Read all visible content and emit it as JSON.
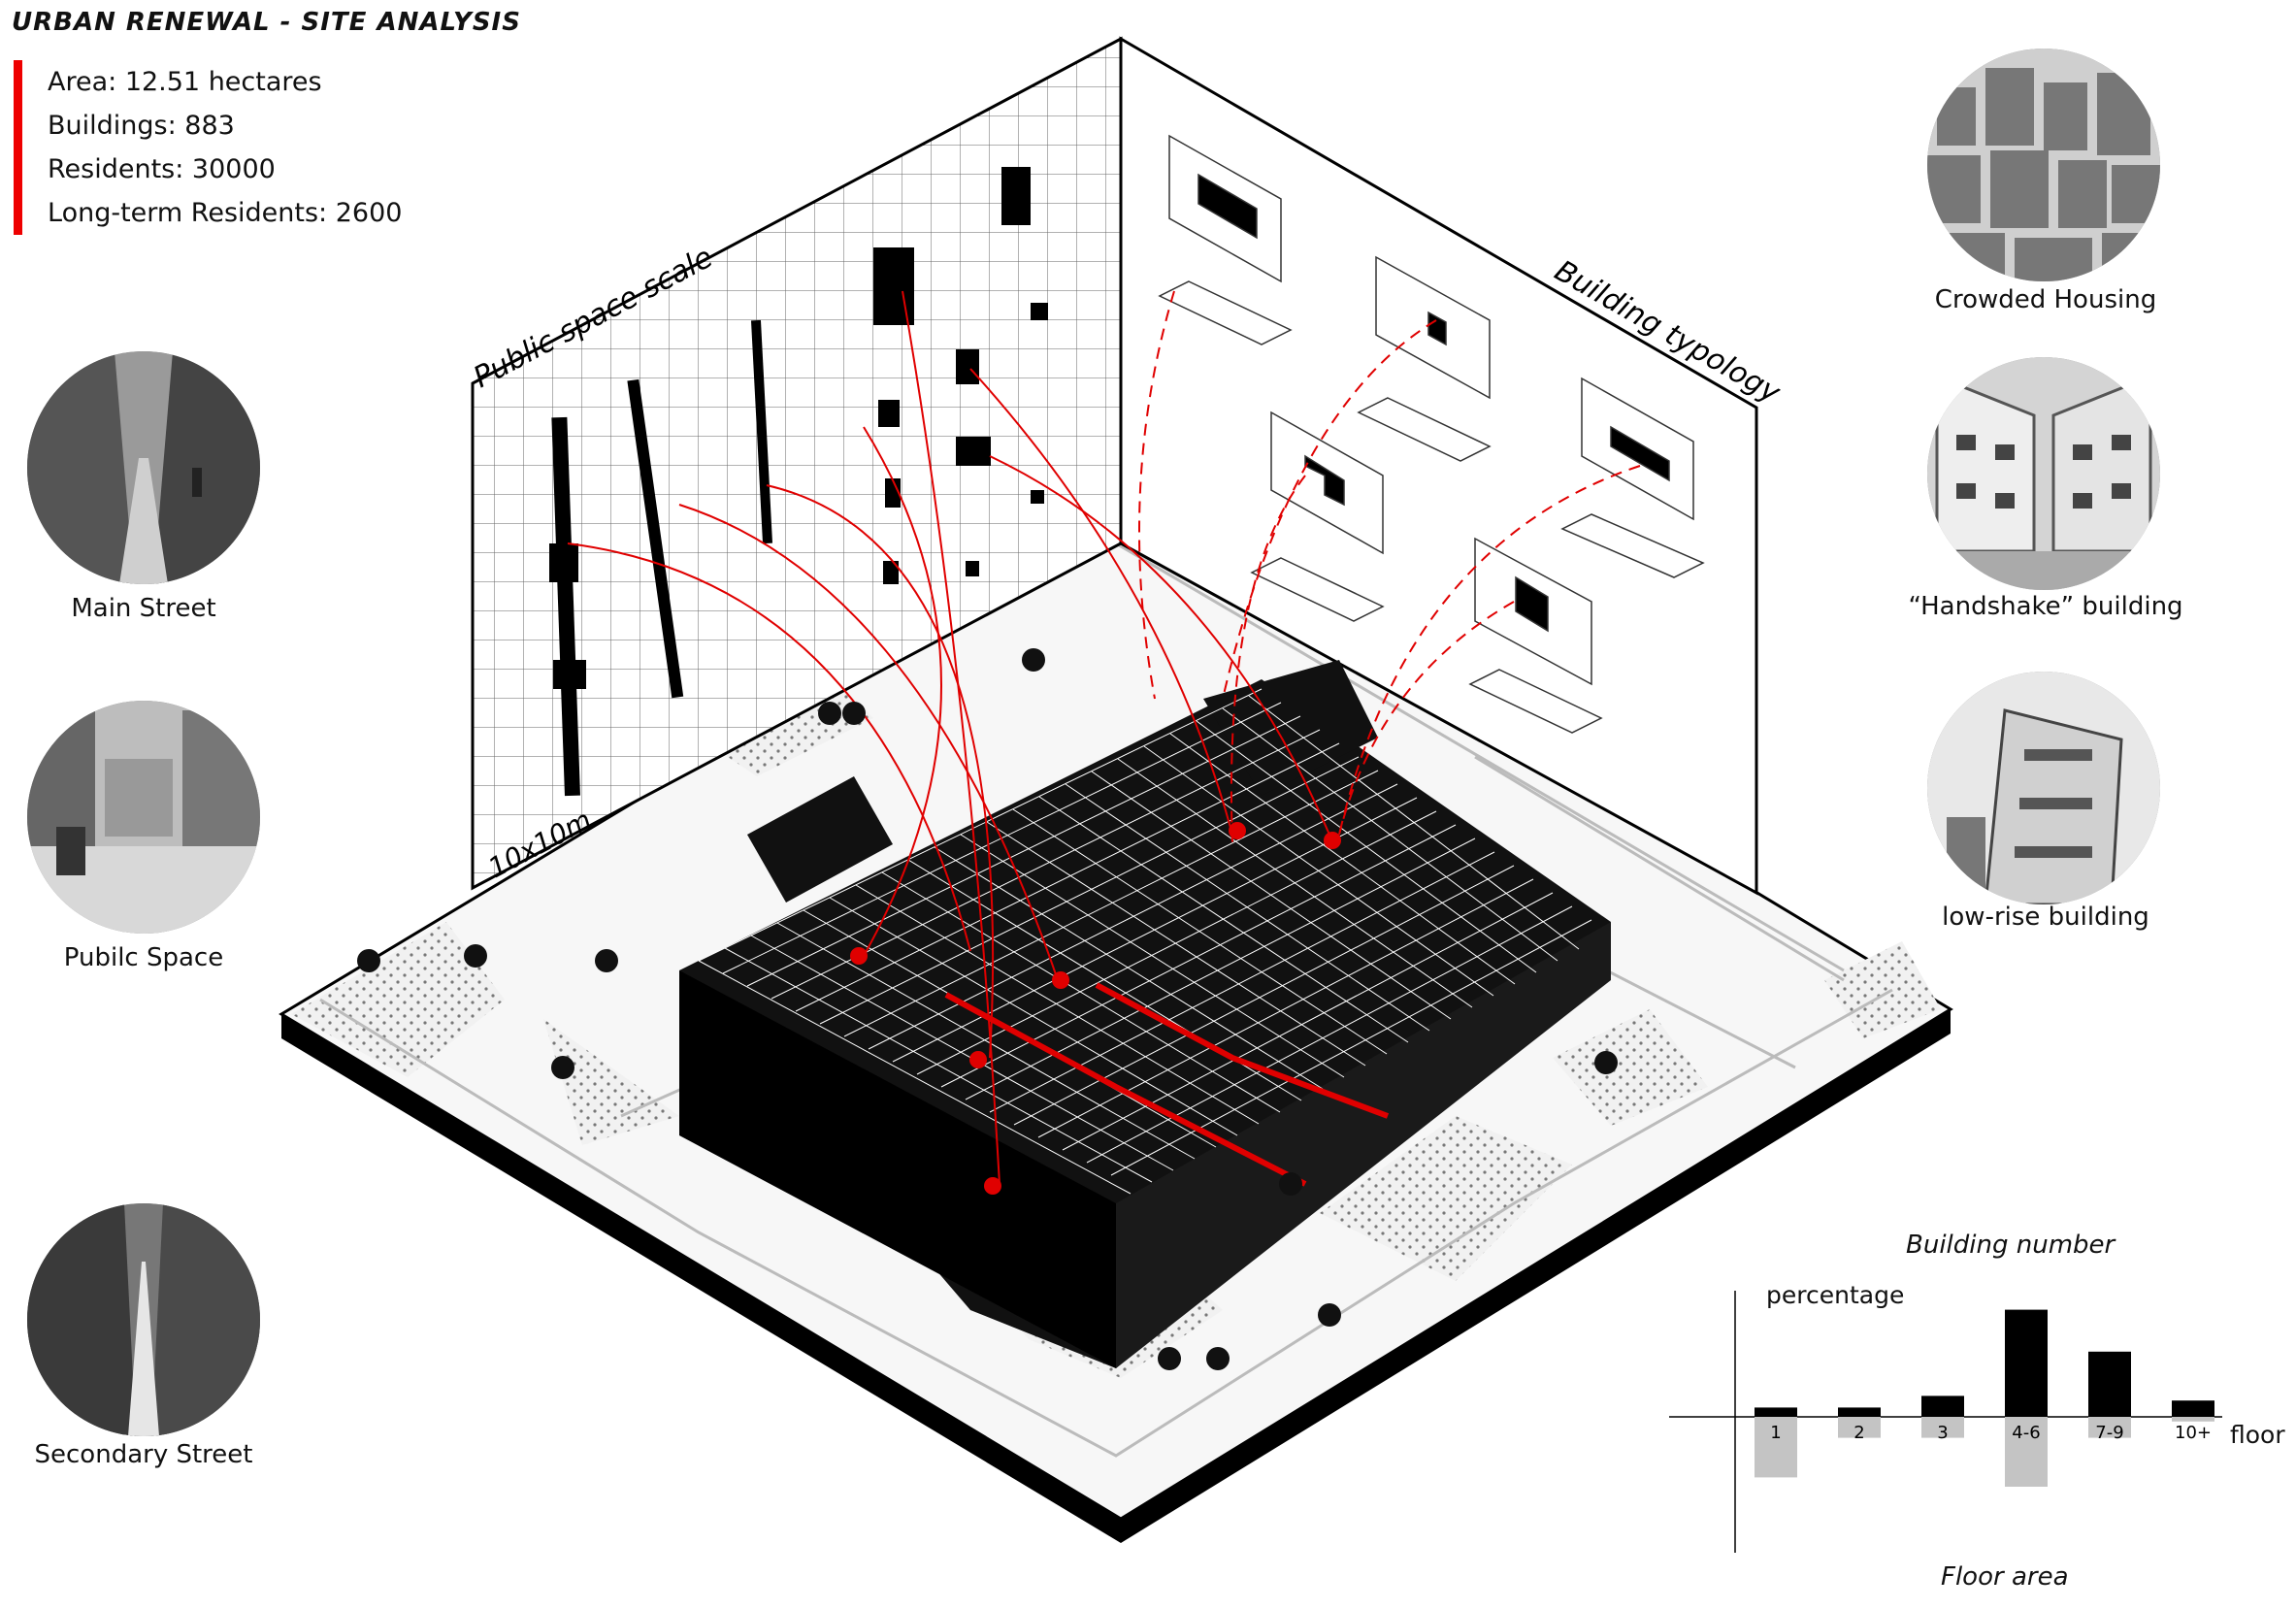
{
  "title": "URBAN RENEWAL - SITE ANALYSIS",
  "stats": {
    "area": "Area: 12.51 hectares",
    "buildings": "Buildings: 883",
    "residents": "Residents: 30000",
    "long_term": "Long-term Residents: 2600"
  },
  "left_photos": [
    "Main Street",
    "Pubilc Space",
    "Secondary Street"
  ],
  "right_photos": [
    "Crowded Housing",
    "“Handshake” building",
    "low-rise building"
  ],
  "walls": {
    "left_title": "Public space scale",
    "right_title": "Building typology",
    "scale_label": "10x10m"
  },
  "colors": {
    "accent": "#e00000",
    "bar_up": "#000000",
    "bar_down": "#c4c4c4"
  },
  "chart_data": {
    "type": "bar",
    "title": "Building number",
    "title_bottom": "Floor area",
    "ylabel": "percentage",
    "xlabel": "floor",
    "categories": [
      "1",
      "2",
      "3",
      "4-6",
      "7-9",
      "10+"
    ],
    "series": [
      {
        "name": "Building number",
        "values": [
          4,
          4,
          9,
          46,
          28,
          7
        ]
      },
      {
        "name": "Floor area",
        "values": [
          -26,
          -9,
          -9,
          -30,
          -9,
          -2
        ]
      }
    ]
  }
}
